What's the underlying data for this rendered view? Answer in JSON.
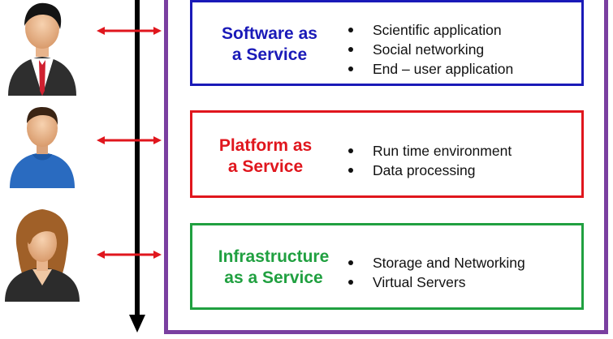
{
  "colors": {
    "saas": "#1a1ab8",
    "paas": "#e0161d",
    "iaas": "#20a040",
    "frame": "#7a3fa0",
    "arrow": "#e0161d"
  },
  "users": [
    {
      "icon": "businessman-icon"
    },
    {
      "icon": "casual-man-icon"
    },
    {
      "icon": "woman-icon"
    }
  ],
  "services": [
    {
      "title_line1": "Software as",
      "title_line2": "a Service",
      "items": [
        "Scientific application",
        "Social networking",
        "End – user application"
      ]
    },
    {
      "title_line1": "Platform as",
      "title_line2": "a Service",
      "items": [
        "Run time environment",
        "Data processing"
      ]
    },
    {
      "title_line1": "Infrastructure",
      "title_line2": "as a Service",
      "items": [
        "Storage and Networking",
        "Virtual Servers"
      ]
    }
  ]
}
